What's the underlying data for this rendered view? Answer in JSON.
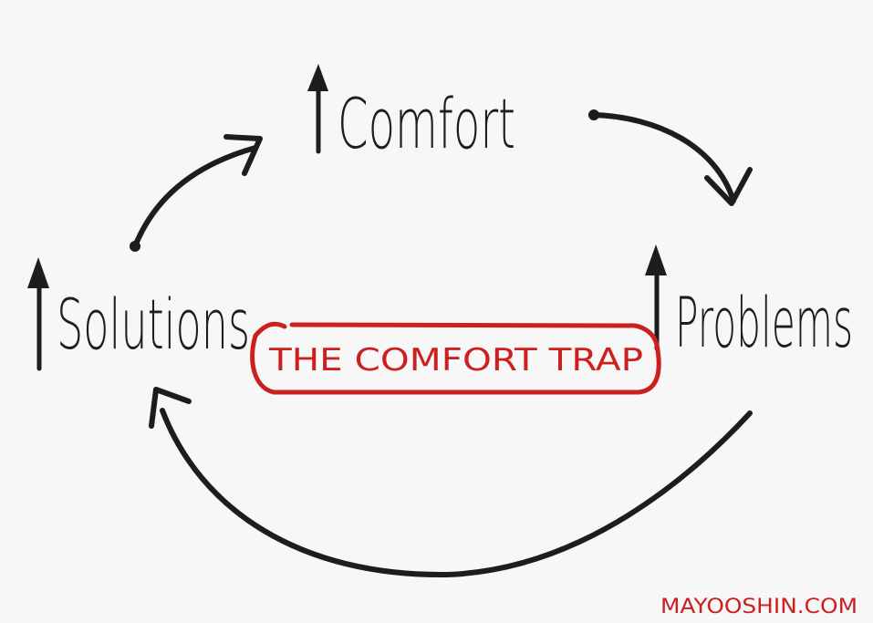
{
  "nodes": {
    "comfort": "Comfort",
    "problems": "Problems",
    "solutions": "Solutions"
  },
  "center_label": "THE COMFORT TRAP",
  "watermark": "MAYOOSHIN.COM",
  "colors": {
    "ink": "#1d1d1d",
    "accent": "#cc1f1f",
    "background": "#f7f7f7"
  },
  "icons": [
    "up-arrow-icon",
    "cycle-arrow-icon"
  ]
}
